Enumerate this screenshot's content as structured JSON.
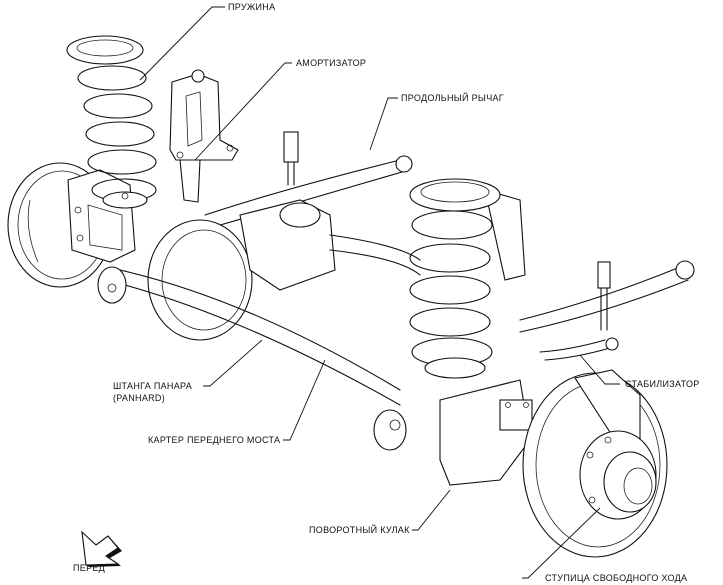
{
  "diagram": {
    "title": "Front axle assembly (coil spring suspension)",
    "labels": {
      "spring": "ПРУЖИНА",
      "shock_absorber": "АМОРТИЗАТОР",
      "radius_arm": "ПРОДОЛЬНЫЙ РЫЧАГ",
      "stabilizer": "СТАБИЛИЗАТОР",
      "panhard_rod_line1": "ШТАНГА ПАНАРА",
      "panhard_rod_line2": "(PANHARD)",
      "axle_housing": "КАРТЕР ПЕРЕДНЕГО МОСТА",
      "steering_knuckle": "ПОВОРОТНЫЙ КУЛАК",
      "free_wheel_hub": "СТУПИЦА СВОБОДНОГО ХОДА",
      "front": "ПЕРЕД"
    },
    "icons": {
      "front_direction": "arrow-down-left-icon"
    }
  }
}
